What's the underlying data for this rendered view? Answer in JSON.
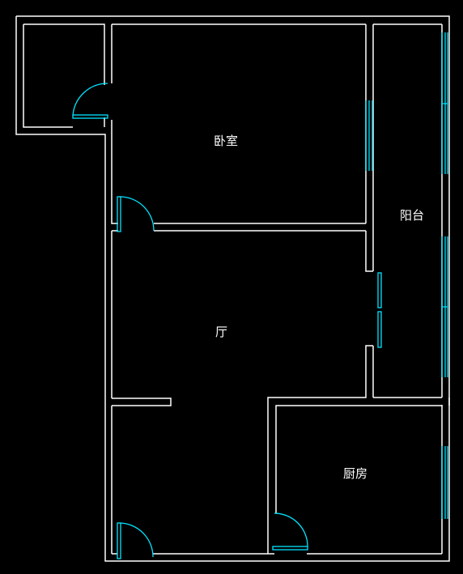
{
  "plan": {
    "rooms": {
      "bedroom": "卧室",
      "balcony": "阳台",
      "hall": "厅",
      "kitchen": "厨房"
    },
    "colors": {
      "background": "#000000",
      "wall": "#ffffff",
      "window": "#00e5ff",
      "door": "#00e5ff"
    }
  }
}
